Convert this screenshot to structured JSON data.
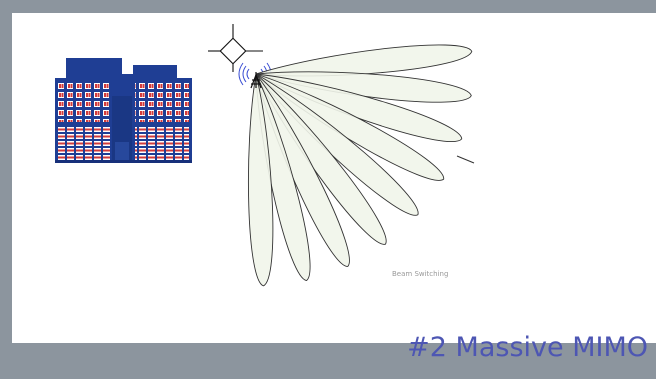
{
  "slide": {
    "title": "#2 Massive MIMO",
    "caption": "Beam Switching"
  },
  "diagram": {
    "beam_count": 9,
    "colors": {
      "frame": "#8c959e",
      "title": "#4d56b3",
      "building": "#1f3e94",
      "beam_fill": "#f1f5ea",
      "beam_stroke": "#333333",
      "signal": "#3b4fd4"
    },
    "icons": [
      "office-building-icon",
      "satellite-icon",
      "antenna-icon",
      "radio-waves-icon"
    ]
  }
}
